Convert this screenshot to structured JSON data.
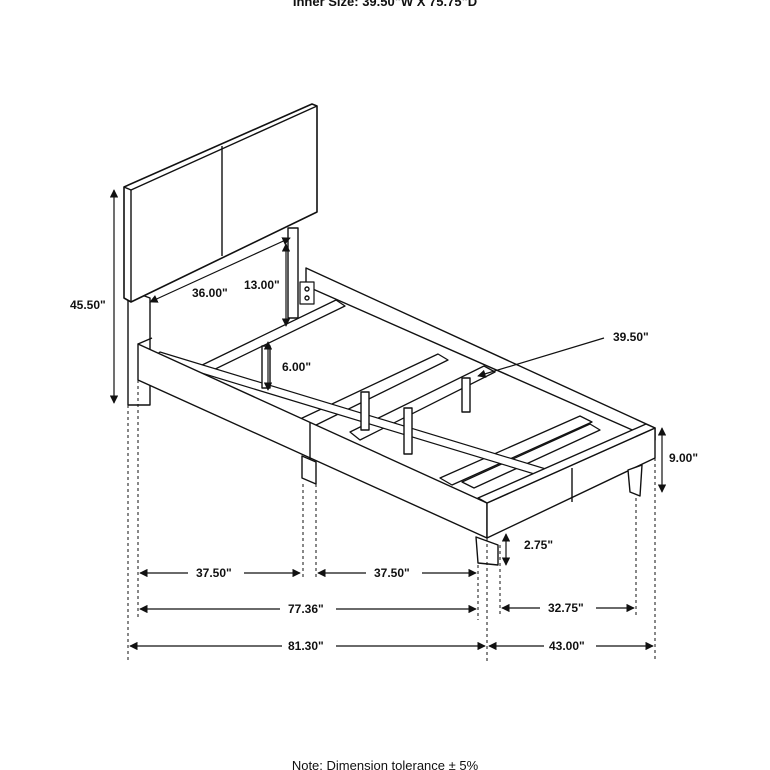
{
  "header": {
    "inner_size": "Inner Size: 39.50\"W X 75.75\"D"
  },
  "footer": {
    "note": "Note: Dimension tolerance ± 5%"
  },
  "dimensions": {
    "total_height": "45.50\"",
    "headboard_width": "36.00\"",
    "headboard_panel_height": "13.00\"",
    "slat_support_height": "6.00\"",
    "inner_width": "39.50\"",
    "side_rail_height": "9.00\"",
    "leg_height": "2.75\"",
    "half_length_left": "37.50\"",
    "half_length_right": "37.50\"",
    "rail_length": "77.36\"",
    "inner_leg_width": "32.75\"",
    "overall_length": "81.30\"",
    "overall_width": "43.00\""
  },
  "colors": {
    "line": "#111111",
    "frame_fill": "#ffffff"
  }
}
